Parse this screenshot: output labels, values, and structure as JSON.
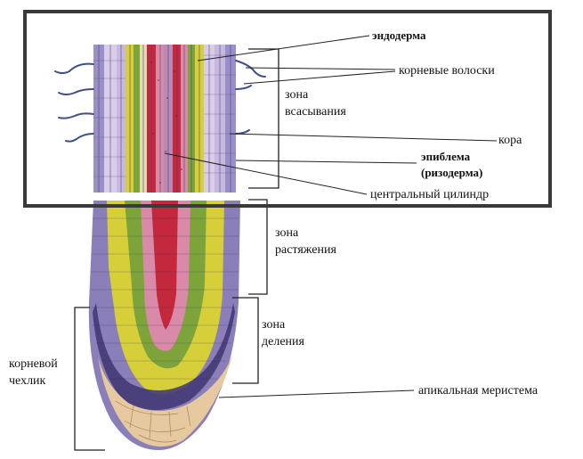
{
  "labels": {
    "endoderm": "эндодерма",
    "root_hairs": "корневые  волоски",
    "absorption_zone_l1": "зона",
    "absorption_zone_l2": "всасывания",
    "cortex": "кора",
    "epiblema_l1": "эпиблема",
    "epiblema_l2": "(ризодерма)",
    "central_cylinder": "центральный цилиндр",
    "elongation_zone_l1": "зона",
    "elongation_zone_l2": "растяжения",
    "division_zone_l1": "зона",
    "division_zone_l2": "деления",
    "root_cap_l1": "корневой",
    "root_cap_l2": "чехлик",
    "apical_meristem": "апикальная меристема"
  },
  "colors": {
    "frame": "#3a3a3a",
    "epidermis": "#7c6fb0",
    "cortex": "#c8b6e2",
    "yellow_tissue": "#d7cf3a",
    "green_tissue": "#7da43a",
    "red_tissue": "#c4283d",
    "pink_tissue": "#d98aa8",
    "meristem": "#5b5090",
    "root_cap": "#e7c9a0"
  }
}
